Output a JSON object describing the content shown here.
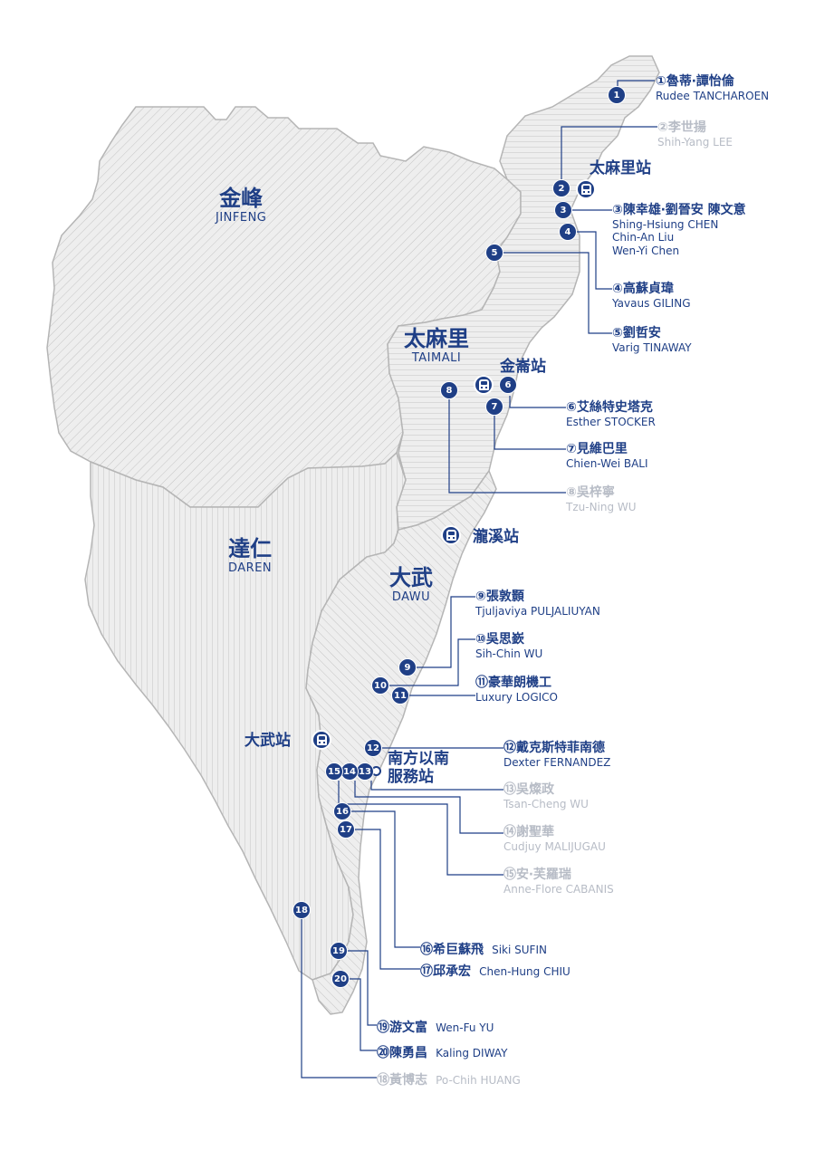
{
  "regions": [
    {
      "id": "jinfeng",
      "zh": "金峰",
      "en": "JINFENG"
    },
    {
      "id": "taimali",
      "zh": "太麻里",
      "en": "TAIMALI"
    },
    {
      "id": "daren",
      "zh": "達仁",
      "en": "DAREN"
    },
    {
      "id": "dawu",
      "zh": "大武",
      "en": "DAWU"
    }
  ],
  "stations": [
    {
      "id": "taimali-station",
      "name": "太麻里站"
    },
    {
      "id": "jinlun-station",
      "name": "金崙站"
    },
    {
      "id": "longxi-station",
      "name": "瀧溪站"
    },
    {
      "id": "dawu-station",
      "name": "大武站"
    },
    {
      "id": "nanfang-service",
      "name_line1": "南方以南",
      "name_line2": "服務站"
    }
  ],
  "markers": [
    "1",
    "2",
    "3",
    "4",
    "5",
    "6",
    "7",
    "8",
    "9",
    "10",
    "11",
    "12",
    "13",
    "14",
    "15",
    "16",
    "17",
    "18",
    "19",
    "20"
  ],
  "labels": [
    {
      "id": "1",
      "zh": "①魯蒂‧譚怡倫",
      "en": "Rudee TANCHAROEN",
      "style": "strong"
    },
    {
      "id": "2",
      "zh": "②李世揚",
      "en": "Shih-Yang LEE",
      "style": "faded"
    },
    {
      "id": "3",
      "zh": "③陳幸雄‧劉晉安 陳文意",
      "en": "Shing-Hsiung CHEN",
      "en2": "Chin-An Liu",
      "en3": "Wen-Yi Chen",
      "style": "strong"
    },
    {
      "id": "4",
      "zh": "④高蘇貞瑋",
      "en": "Yavaus GILING",
      "style": "strong"
    },
    {
      "id": "5",
      "zh": "⑤劉哲安",
      "en": "Varig TINAWAY",
      "style": "strong"
    },
    {
      "id": "6",
      "zh": "⑥艾絲特史塔克",
      "en": "Esther STOCKER",
      "style": "strong"
    },
    {
      "id": "7",
      "zh": "⑦見維巴里",
      "en": "Chien-Wei  BALI",
      "style": "strong"
    },
    {
      "id": "8",
      "zh": "⑧吳梓寧",
      "en": "Tzu-Ning WU",
      "style": "faded"
    },
    {
      "id": "9",
      "zh": "⑨張敦顥",
      "en": "Tjuljaviya PULJALIUYAN",
      "style": "strong"
    },
    {
      "id": "10",
      "zh": "⑩吳思嶔",
      "en": "Sih-Chin WU",
      "style": "strong"
    },
    {
      "id": "11",
      "zh": "⑪豪華朗機工",
      "en": "Luxury LOGICO",
      "style": "strong"
    },
    {
      "id": "12",
      "zh": "⑫戴克斯特菲南德",
      "en": "Dexter FERNANDEZ",
      "style": "strong"
    },
    {
      "id": "13",
      "zh": "⑬吳燦政",
      "en": "Tsan-Cheng WU",
      "style": "faded"
    },
    {
      "id": "14",
      "zh": "⑭謝聖華",
      "en": "Cudjuy MALIJUGAU",
      "style": "faded"
    },
    {
      "id": "15",
      "zh": "⑮安‧芙羅瑞",
      "en": "Anne-Flore CABANIS",
      "style": "faded"
    },
    {
      "id": "16",
      "zh": "⑯希巨蘇飛",
      "en": "Siki SUFIN",
      "style": "strong"
    },
    {
      "id": "17",
      "zh": "⑰邱承宏",
      "en": "Chen-Hung CHIU",
      "style": "strong"
    },
    {
      "id": "19",
      "zh": "⑲游文富",
      "en": "Wen-Fu YU",
      "style": "strong"
    },
    {
      "id": "20",
      "zh": "⑳陳勇昌",
      "en": "Kaling DIWAY",
      "style": "strong"
    },
    {
      "id": "18",
      "zh": "⑱黃博志",
      "en": "Po-Chih HUANG",
      "style": "faded"
    }
  ],
  "colors": {
    "accent": "#1f3f86",
    "faded_text": "#b7bcc6",
    "region_fill": "#ececec",
    "region_line": "#c6c6c6",
    "region_border": "#b5b5b5"
  }
}
